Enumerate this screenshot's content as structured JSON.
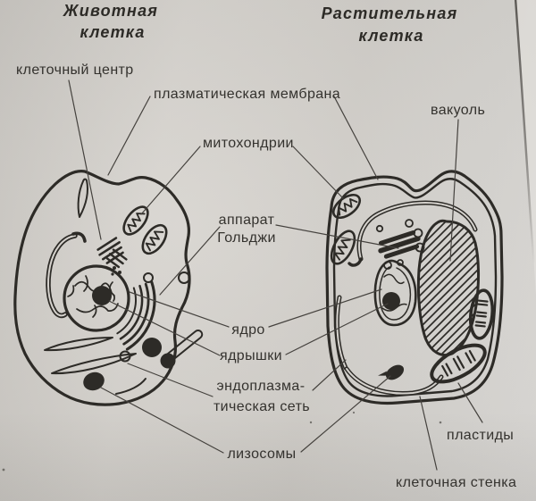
{
  "page": {
    "titles": {
      "animal": [
        "Животная",
        "клетка"
      ],
      "plant": [
        "Растительная",
        "клетка"
      ]
    },
    "labels": {
      "cell_center": "клеточный центр",
      "plasma_membrane": "плазматическая мембрана",
      "mitochondria": "митохондрии",
      "golgi": [
        "аппарат",
        "Гольджи"
      ],
      "nucleus": "ядро",
      "nucleoli": "ядрышки",
      "endoplasmic_reticulum": [
        "эндоплазма-",
        "тическая сеть"
      ],
      "lysosomes": "лизосомы",
      "vacuole": "вакуоль",
      "plastids": "пластиды",
      "cell_wall": "клеточная стенка"
    },
    "colors": {
      "paper": "#d5d2cd",
      "ink": "#2d2b27",
      "label_ink": "#34322e",
      "leader": "#45423e"
    }
  }
}
